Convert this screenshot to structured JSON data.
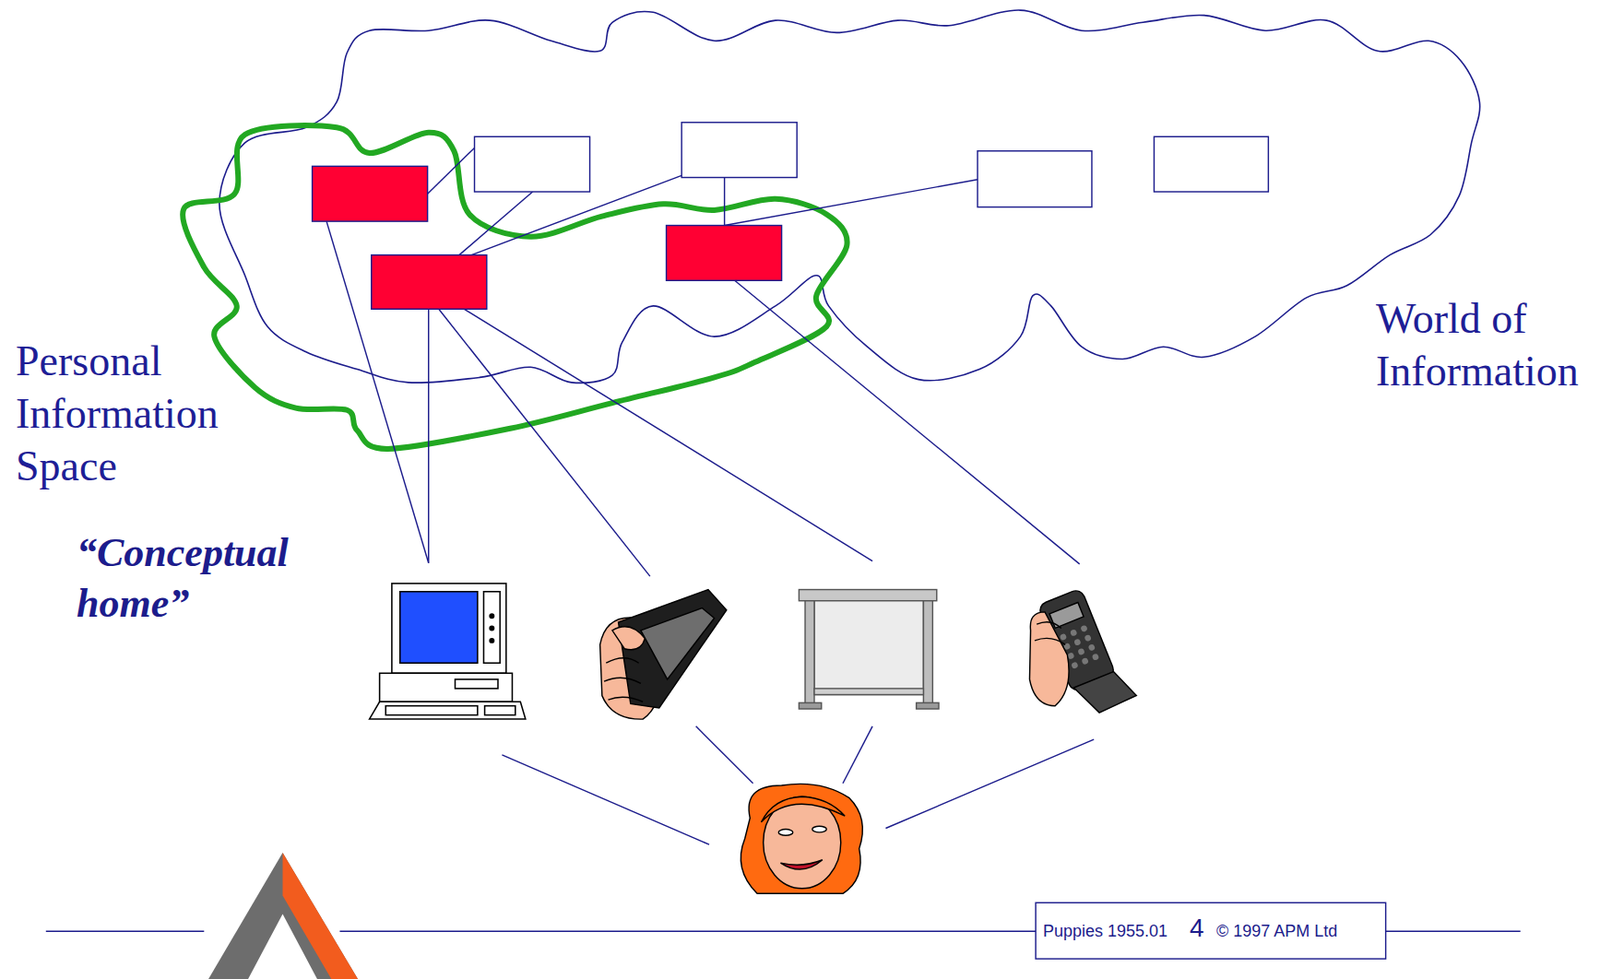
{
  "diagram": {
    "nodes": [
      {
        "text": [
          "World of Information"
        ]
      },
      {
        "text": [
          "Personal Information Space"
        ]
      }
    ],
    "labels": [
      "“Conceptual home”",
      "Puppies 1955.01",
      "4",
      "© 1997 APM Ltd"
    ]
  }
}
